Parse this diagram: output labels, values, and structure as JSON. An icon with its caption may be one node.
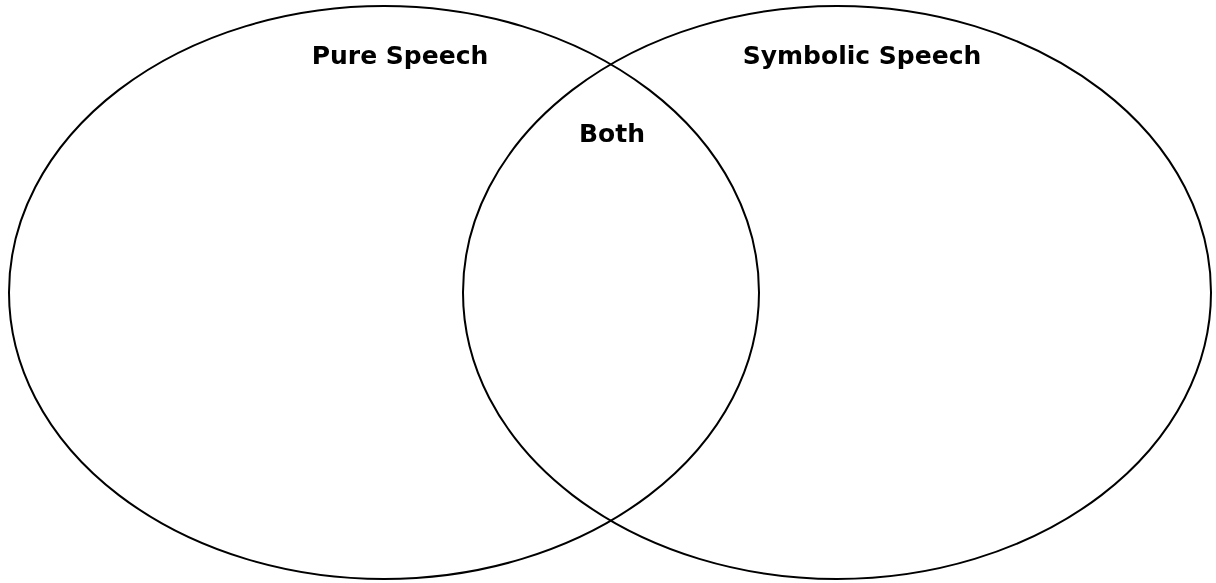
{
  "diagram": {
    "nodes": [
      {
        "text": [
          "Pure Speech"
        ]
      },
      {
        "text": [
          "Symbolic Speech"
        ]
      }
    ],
    "labels": [
      "Both"
    ]
  }
}
